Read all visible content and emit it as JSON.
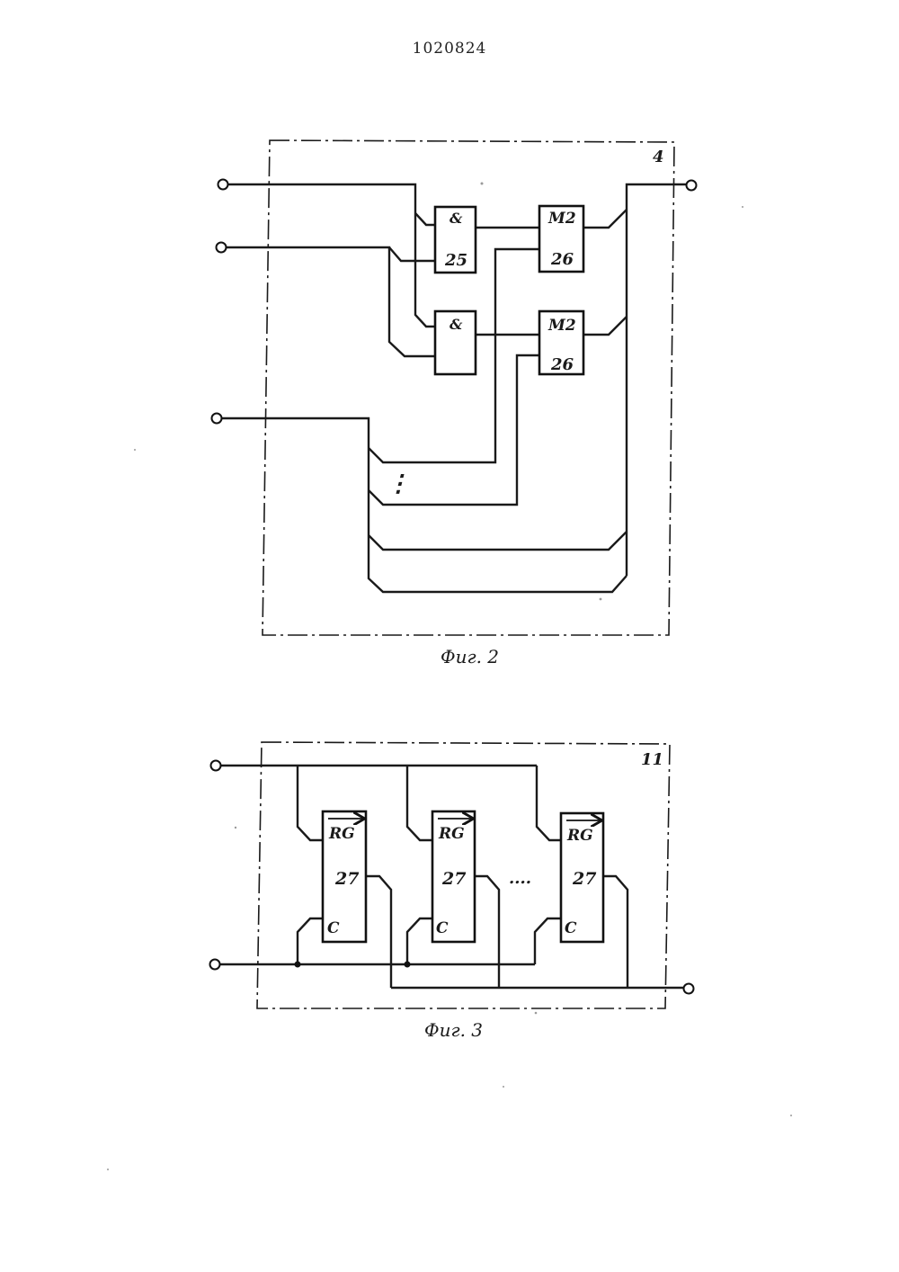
{
  "document": {
    "number": "1020824"
  },
  "fig2": {
    "frame_number": "4",
    "and_gate_top": {
      "symbol": "&",
      "number": "25"
    },
    "and_gate_bottom": {
      "symbol": "&"
    },
    "xor_top": {
      "symbol": "M2",
      "number": "26"
    },
    "xor_bottom": {
      "symbol": "M2",
      "number": "26"
    },
    "ellipsis": "⋮",
    "caption": "Фиг. 2"
  },
  "fig3": {
    "frame_number": "11",
    "registers": [
      {
        "symbol": "RG",
        "number": "27",
        "clock": "C"
      },
      {
        "symbol": "RG",
        "number": "27",
        "clock": "C"
      },
      {
        "symbol": "RG",
        "number": "27",
        "clock": "C"
      }
    ],
    "ellipsis": "....",
    "caption": "Фиг. 3"
  }
}
